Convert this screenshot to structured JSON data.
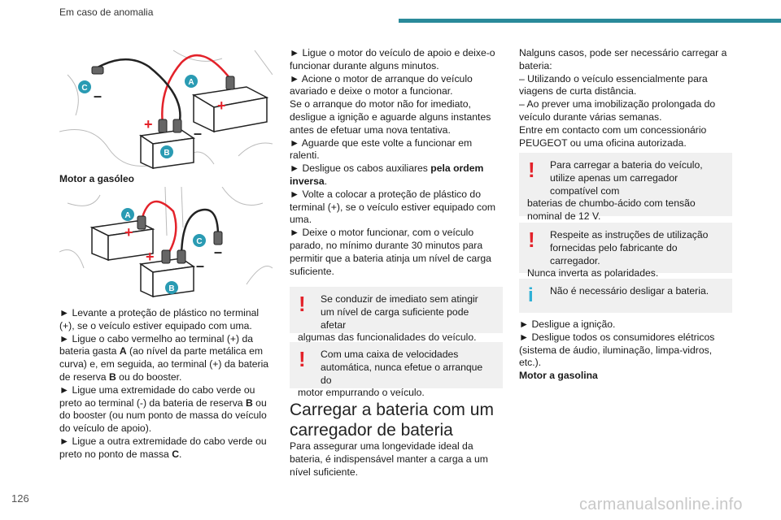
{
  "header": {
    "section": "Em caso de anomalia"
  },
  "footer": {
    "page_number": "126",
    "watermark": "carmanualsonline.info"
  },
  "figures": {
    "petrol": {
      "labels": {
        "a": "A",
        "b": "B",
        "c": "C",
        "plus1": "+",
        "plus2": "+",
        "minus1": "–",
        "minus2": "–"
      }
    },
    "diesel": {
      "caption": "Motor a gasóleo",
      "labels": {
        "a": "A",
        "b": "B",
        "c": "C",
        "plus1": "+",
        "plus2": "+",
        "minus1": "–",
        "minus2": "–"
      }
    }
  },
  "col1": {
    "steps": [
      "► Levante a proteção de plástico no terminal (+), se o veículo estiver equipado com uma.",
      "► Ligue o cabo vermelho ao terminal (+) da bateria gasta ",
      "A",
      " (ao nível da parte metálica em curva) e, em seguida, ao terminal (+) da bateria de reserva ",
      "B",
      " ou do booster.",
      "► Ligue uma extremidade do cabo verde ou preto ao terminal (-) da bateria de reserva ",
      "B",
      " ou do booster (ou num ponto de massa do veículo do veículo de apoio).",
      "► Ligue a outra extremidade do cabo verde ou preto no ponto de massa ",
      "C",
      "."
    ]
  },
  "col2": {
    "p1": "► Ligue o motor do veículo de apoio e deixe-o funcionar durante alguns minutos.",
    "p2": "► Acione o motor de arranque do veículo avariado e deixe o motor a funcionar.",
    "p3": "Se o arranque do motor não for imediato, desligue a ignição e aguarde alguns instantes antes de efetuar uma nova tentativa.",
    "p4": "► Aguarde que este volte a funcionar em ralenti.",
    "p5a": "► Desligue os cabos auxiliares ",
    "p5b": "pela ordem inversa",
    "p5c": ".",
    "p6": "► Volte a colocar a proteção de plástico do terminal (+), se o veículo estiver equipado com uma.",
    "p7": "► Deixe o motor funcionar, com o veículo parado, no mínimo durante 30 minutos para permitir que a bateria atinja um nível de carga suficiente.",
    "warn1a": "Se conduzir de imediato sem atingir um nível de carga suficiente pode afetar",
    "warn1b": "algumas das funcionalidades do veículo.",
    "warn2a": "Com uma caixa de velocidades automática, nunca efetue o arranque do",
    "warn2b": "motor empurrando o veículo.",
    "heading": "Carregar a bateria com um carregador de bateria",
    "p8": "Para assegurar uma longevidade ideal da bateria, é indispensável manter a carga a um nível suficiente."
  },
  "col3": {
    "p1": "Nalguns casos, pode ser necessário carregar a bateria:",
    "p2": "– Utilizando o veículo essencialmente para viagens de curta distância.",
    "p3": "– Ao prever uma imobilização prolongada do veículo durante várias semanas.",
    "p4": "Entre em contacto com um concessionário PEUGEOT ou uma oficina autorizada.",
    "warn1a": "Para carregar a bateria do veículo, utilize apenas um carregador compatível com",
    "warn1b": "baterias de chumbo-ácido com tensão nominal de 12 V.",
    "warn2a": "Respeite as instruções de utilização fornecidas pelo fabricante do carregador.",
    "warn2b": "Nunca inverta as polaridades.",
    "info1": "Não é necessário desligar a bateria.",
    "p5": "► Desligue a ignição.",
    "p6": "► Desligue todos os consumidores elétricos (sistema de áudio, iluminação, limpa-vidros, etc.).",
    "p7": "Motor a gasolina"
  },
  "icons": {
    "warning": "!",
    "info": "i"
  },
  "colors": {
    "accent": "#2a8a9a",
    "label_circle": "#2a9bb3",
    "warning": "#e3222a",
    "info": "#2fb0d6",
    "cable_red": "#e3222a",
    "note_bg": "#f0f0f0"
  }
}
